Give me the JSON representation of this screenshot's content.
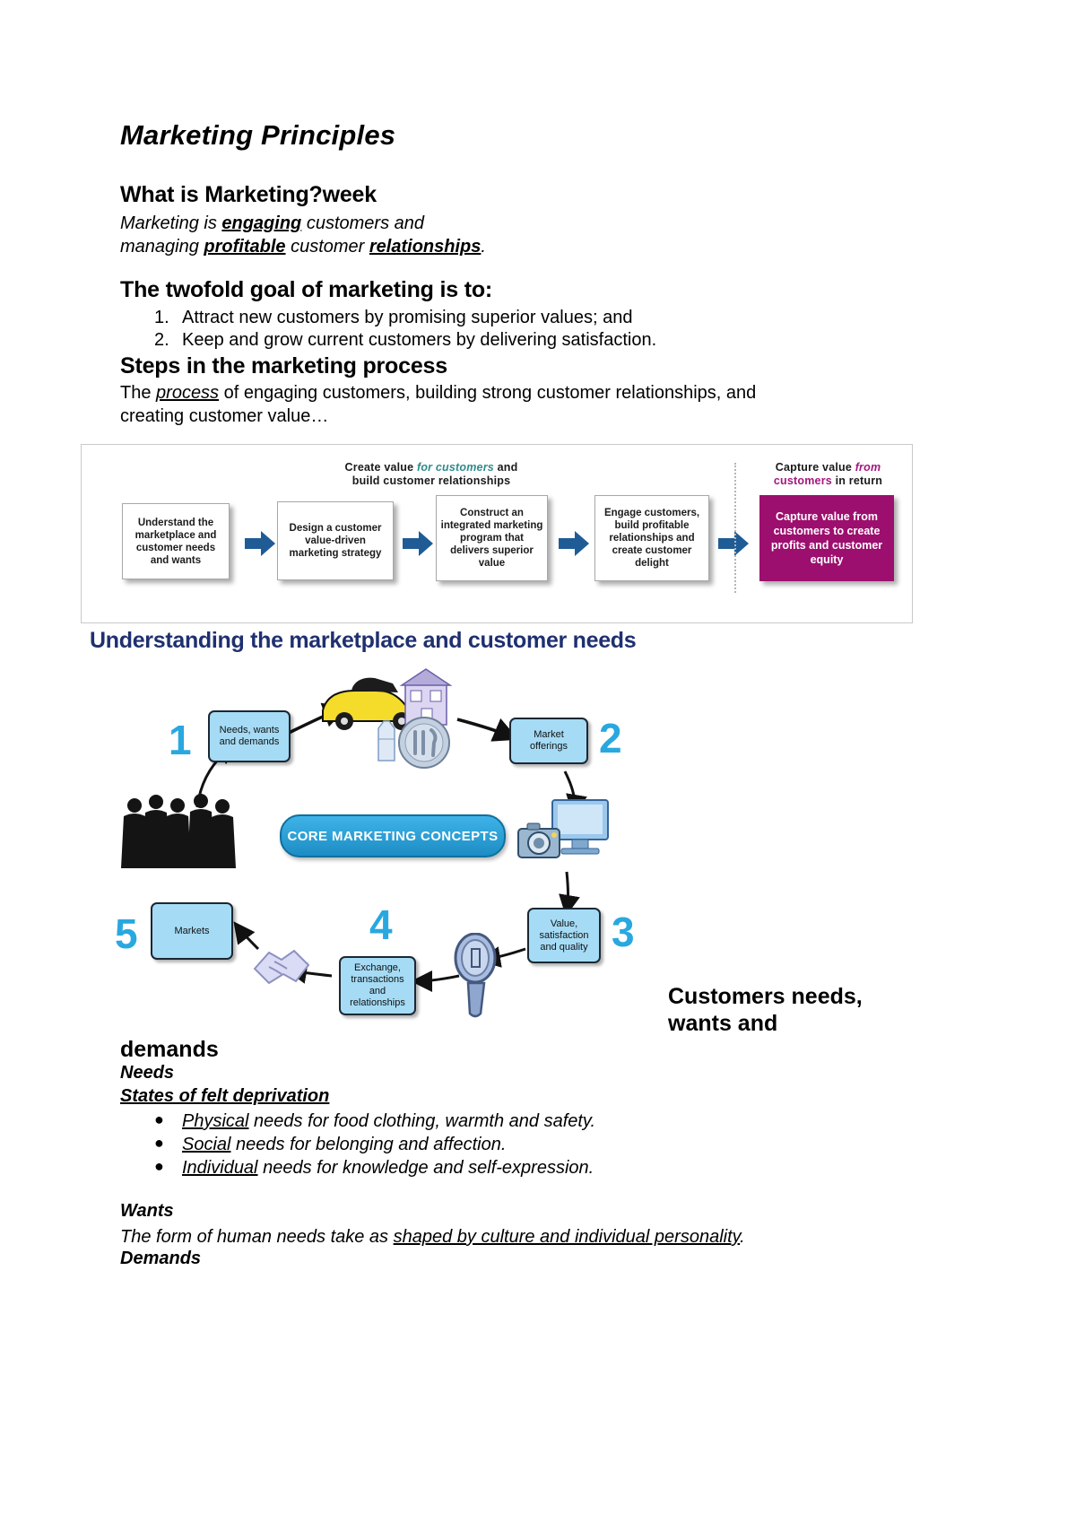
{
  "document": {
    "title": "Marketing Principles",
    "sections": {
      "what_is_marketing": {
        "heading": "What is Marketing?week",
        "line1_a": "Marketing is ",
        "line1_b": "engaging",
        "line1_c": " customers and",
        "line2_a": "managing ",
        "line2_b": "profitable",
        "line2_c": " customer ",
        "line2_d": "relationships",
        "line2_e": "."
      },
      "twofold_goal": {
        "heading": "The twofold goal of marketing is to:",
        "items": [
          {
            "num": "1.",
            "text": "Attract new customers by promising superior values; and"
          },
          {
            "num": "2.",
            "text": "Keep and grow current customers by delivering satisfaction."
          }
        ]
      },
      "steps": {
        "heading": "Steps in the marketing process",
        "line1_a": "The ",
        "line1_b": "process",
        "line1_c": " of engaging customers, building strong customer relationships, and",
        "line2": "creating customer value…"
      },
      "understanding": {
        "heading": "Understanding the marketplace and customer needs"
      },
      "customer_needs": {
        "heading_line1": "Customers needs,",
        "heading_line2": "wants and",
        "heading_line3": "demands",
        "needs_label": "Needs",
        "needs_definition": "States of felt deprivation ",
        "bullets": [
          {
            "term": "Physical",
            "rest": " needs for food clothing, warmth and safety."
          },
          {
            "term": "Social",
            "rest": " needs for belonging and affection."
          },
          {
            "term": "Individual",
            "rest": " needs for knowledge and self-expression."
          }
        ],
        "wants_label": "Wants",
        "wants_text_a": "The form of human needs take as ",
        "wants_text_b": "shaped by culture and individual personality",
        "wants_text_c": ".",
        "demands_label": "Demands"
      }
    }
  },
  "process_diagram": {
    "caption_left": {
      "part1": "Create value ",
      "part2": "for customers",
      "part3": " and",
      "line2": "build customer relationships"
    },
    "caption_right": {
      "part1": "Capture value ",
      "part2": "from",
      "line2_a": "customers",
      "line2_b": " in return"
    },
    "boxes": [
      {
        "text": "Understand the marketplace and customer needs and wants"
      },
      {
        "text": "Design a customer value-driven marketing strategy"
      },
      {
        "text": "Construct an integrated marketing program that delivers superior value"
      },
      {
        "text": "Engage customers, build profitable relationships and create customer delight"
      },
      {
        "text": "Capture value from customers to create profits and customer equity"
      }
    ],
    "arrow_color": "#1f5c96",
    "final_box_color": "#9c0f6e"
  },
  "core_marketing_diagram": {
    "center_label": "CORE MARKETING CONCEPTS",
    "nodes": [
      {
        "num": "1",
        "label": "Needs, wants and demands"
      },
      {
        "num": "2",
        "label": "Market offerings"
      },
      {
        "num": "3",
        "label": "Value, satisfaction and quality"
      },
      {
        "num": "4",
        "label": "Exchange, transactions and relationships"
      },
      {
        "num": "5",
        "label": "Markets"
      }
    ],
    "number_color": "#29a8e0",
    "box_fill": "#a5dbf5",
    "icons": [
      "car-icon",
      "house-icon",
      "milk-carton-icon",
      "plate-cutlery-icon",
      "people-silhouette-icon",
      "monitor-icon",
      "camera-icon",
      "magnifier-icon",
      "handshake-icon"
    ]
  }
}
